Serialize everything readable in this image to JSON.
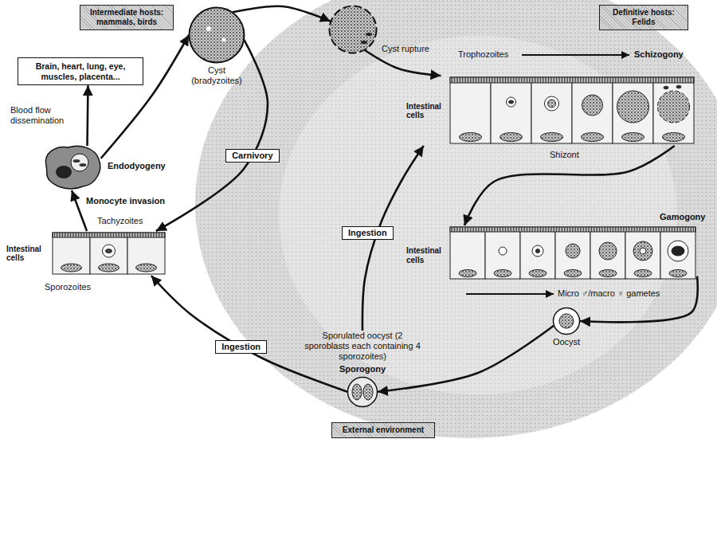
{
  "diagram": {
    "nodes": [
      {
        "text": [
          "Intermediate hosts: mammals, birds"
        ]
      },
      {
        "text": [
          "Definitive hosts: Felids"
        ]
      },
      {
        "text": [
          "Brain, heart, lung, eye, muscles, placenta..."
        ]
      },
      {
        "text": [
          "Cyst (bradyzoites)"
        ]
      },
      {
        "text": [
          "Cyst rupture"
        ]
      },
      {
        "text": [
          "Endodyogeny"
        ]
      },
      {
        "text": [
          "Intestinal cells"
        ]
      },
      {
        "text": [
          "Intestinal cells"
        ]
      },
      {
        "text": [
          "Intestinal cells"
        ]
      },
      {
        "text": [
          "Oocyst"
        ]
      },
      {
        "text": [
          "Sporulated oocyst (2 sporoblasts each containing 4 sporozoites)",
          "Sporogony"
        ]
      },
      {
        "text": [
          "External environment"
        ]
      }
    ],
    "edges": [
      {
        "from": 3,
        "to": 4,
        "arrow": "to"
      },
      {
        "from": 5,
        "to": 3,
        "arrow": "to"
      },
      {
        "from": 5,
        "to": 2,
        "arrow": "to",
        "label": "Blood flow dissemination"
      },
      {
        "from": 6,
        "to": 5,
        "arrow": "to"
      },
      {
        "from": 3,
        "to": 6,
        "arrow": "to",
        "label": "Carnivory"
      },
      {
        "from": 4,
        "to": 7,
        "arrow": "to"
      },
      {
        "from": 7,
        "to": 8,
        "arrow": "to"
      },
      {
        "from": 8,
        "to": 9,
        "arrow": "to"
      },
      {
        "from": 9,
        "to": 10,
        "arrow": "to"
      },
      {
        "from": 10,
        "to": 6,
        "arrow": "to",
        "label": "Ingestion"
      },
      {
        "from": 10,
        "to": 7,
        "arrow": "to",
        "label": "Ingestion"
      }
    ],
    "labels": [
      "Monocyte invasion",
      "Tachyzoites",
      "Sporozoites",
      "Trophozoites",
      "Schizogony",
      "Shizont",
      "Gamogony",
      "Micro ♂/macro ♀ gametes"
    ]
  }
}
